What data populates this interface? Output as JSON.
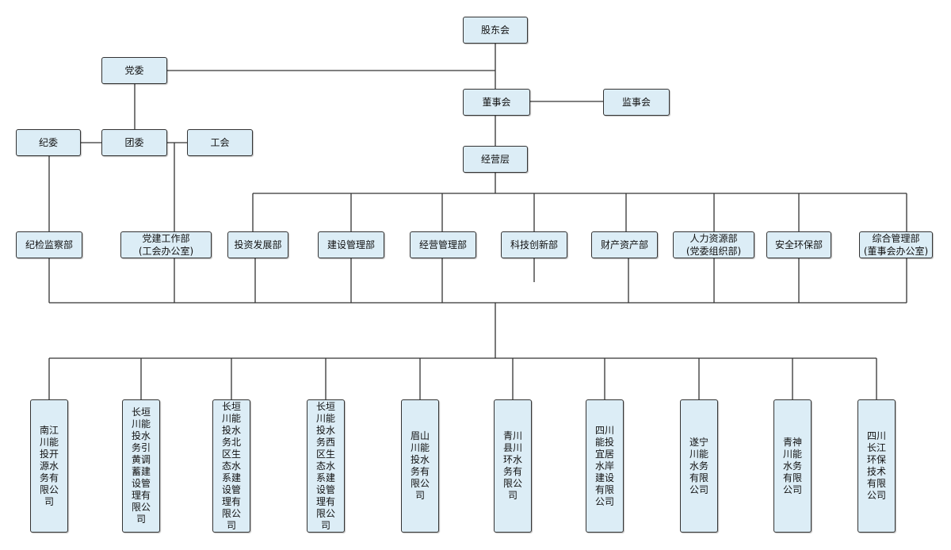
{
  "top": {
    "shareholders": "股东会",
    "board": "董事会",
    "supervisors": "监事会",
    "management": "经营层"
  },
  "party": {
    "committee": "党委",
    "discipline": "纪委",
    "youth_league": "团委",
    "union": "工会"
  },
  "departments": [
    "纪检监察部",
    "党建工作部\n(工会办公室)",
    "投资发展部",
    "建设管理部",
    "经营管理部",
    "科技创新部",
    "财产资产部",
    "人力资源部\n(党委组织部)",
    "安全环保部",
    "综合管理部\n(董事会办公室)"
  ],
  "subsidiaries": [
    "南江川能投开源水务有限公司",
    "长垣川能投水务引黄调蓄建设管理有限公司",
    "长垣川能投水务北区生态水系建设管理有限公司",
    "长垣川能投水务西区生态水系建设管理有限公司",
    "眉山川能投水务有限公司",
    "青川县川环水务有限公司",
    "四川能投宜居水岸建设有限公司",
    "遂宁川能水务有限公司",
    "青神川能水务有限公司",
    "四川长江环保技术有限公司"
  ]
}
